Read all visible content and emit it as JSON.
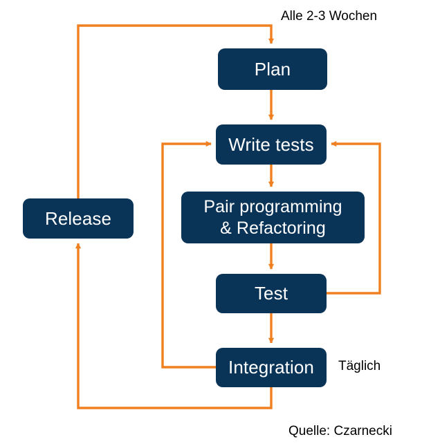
{
  "diagram": {
    "title": "Agile development cycle flow diagram",
    "colors": {
      "node_fill": "#0a3457",
      "node_text": "#ffffff",
      "connector": "#F07F20",
      "caption_text": "#000000",
      "background": "#ffffff"
    },
    "nodes": [
      {
        "id": "plan",
        "label": "Plan"
      },
      {
        "id": "write-tests",
        "label": "Write tests"
      },
      {
        "id": "pair",
        "label_line1": "Pair programming",
        "label_line2": "& Refactoring"
      },
      {
        "id": "test",
        "label": "Test"
      },
      {
        "id": "integration",
        "label": "Integration"
      },
      {
        "id": "release",
        "label": "Release"
      }
    ],
    "captions": [
      {
        "id": "iteration-period",
        "text": "Alle 2-3 Wochen"
      },
      {
        "id": "integration-period",
        "text": "Täglich"
      },
      {
        "id": "source",
        "text": "Quelle: Czarnecki"
      }
    ],
    "connectors": [
      {
        "id": "plan-to-write-tests",
        "from": "plan",
        "to": "write-tests",
        "shape": "straight-down"
      },
      {
        "id": "write-tests-to-pair",
        "from": "write-tests",
        "to": "pair",
        "shape": "straight-down"
      },
      {
        "id": "pair-to-test",
        "from": "pair",
        "to": "test",
        "shape": "straight-down"
      },
      {
        "id": "test-to-integration",
        "from": "test",
        "to": "integration",
        "shape": "straight-down"
      },
      {
        "id": "test-to-write-tests",
        "from": "test",
        "to": "write-tests",
        "shape": "right-loop-up"
      },
      {
        "id": "integration-to-write-tests",
        "from": "integration",
        "to": "write-tests",
        "shape": "left-loop-up"
      },
      {
        "id": "integration-to-release",
        "from": "integration",
        "to": "release",
        "shape": "bottom-loop-left-up"
      },
      {
        "id": "release-to-plan",
        "from": "release",
        "to": "plan",
        "shape": "top-loop-right-down"
      }
    ]
  }
}
